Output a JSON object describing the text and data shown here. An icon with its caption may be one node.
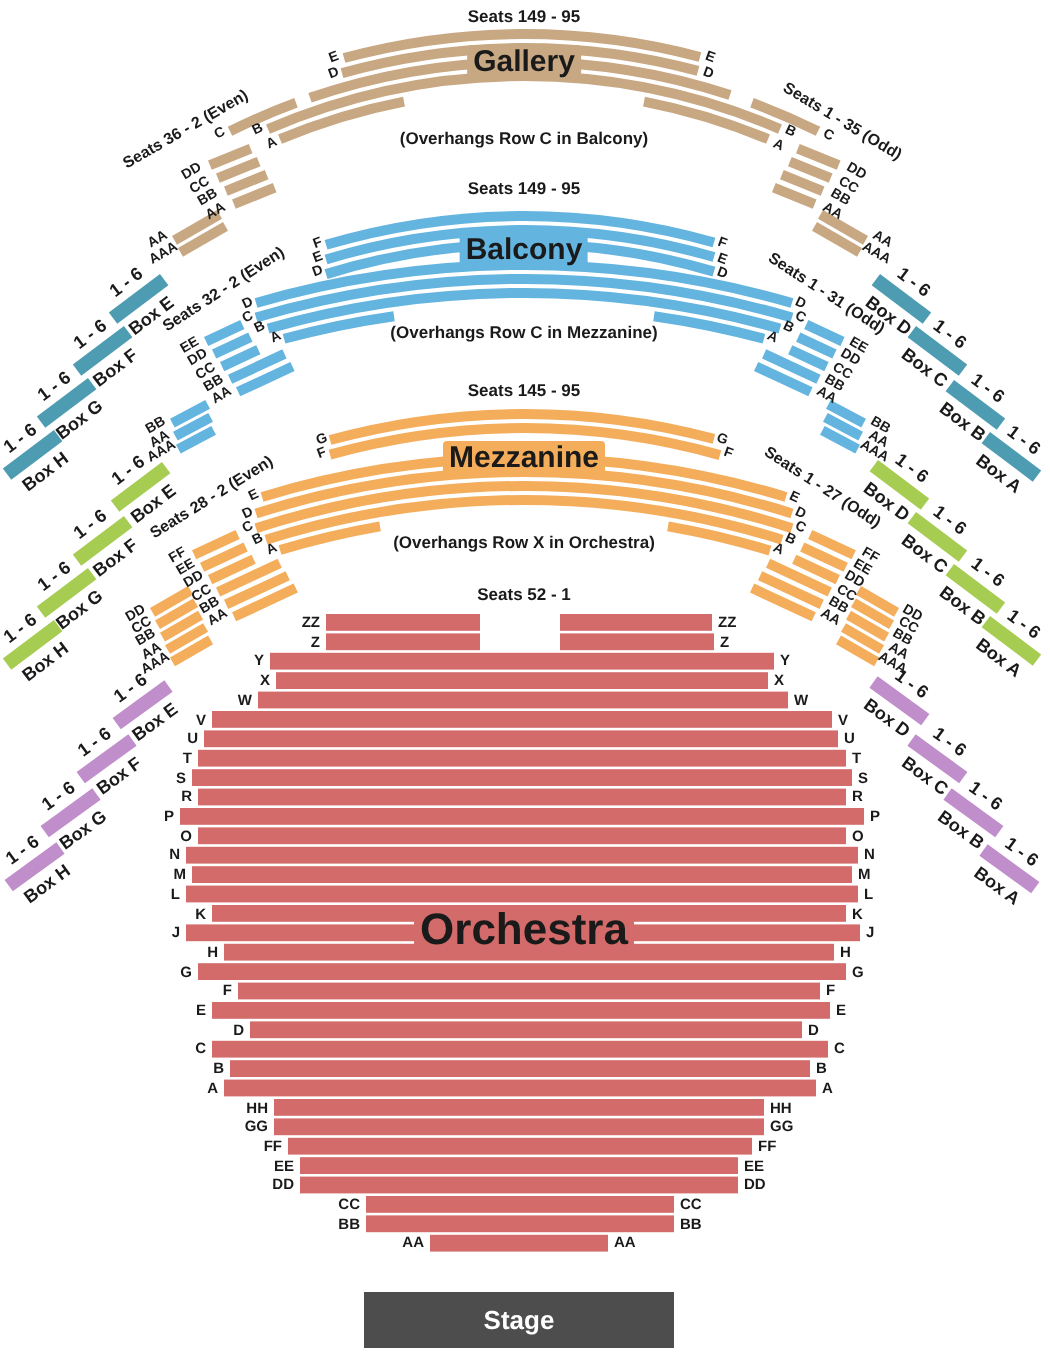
{
  "diagram": {
    "nodes": [
      {
        "text": [
          "Gallery"
        ]
      },
      {
        "text": [
          "Balcony"
        ]
      },
      {
        "text": [
          "1 - 6",
          "Box E"
        ]
      },
      {
        "text": [
          "1 - 6",
          "Box D"
        ]
      },
      {
        "text": [
          "1 - 6",
          "Box F"
        ]
      },
      {
        "text": [
          "1 - 6",
          "Box C"
        ]
      },
      {
        "text": [
          "1 - 6",
          "Box G"
        ]
      },
      {
        "text": [
          "1 - 6",
          "Box B"
        ]
      },
      {
        "text": [
          "1 - 6",
          "Box H"
        ]
      },
      {
        "text": [
          "1 - 6",
          "Box A"
        ]
      },
      {
        "text": [
          "Mezzanine"
        ]
      },
      {
        "text": [
          "1 - 6",
          "Box E"
        ]
      },
      {
        "text": [
          "1 - 6",
          "Box D"
        ]
      },
      {
        "text": [
          "1 - 6",
          "Box F"
        ]
      },
      {
        "text": [
          "1 - 6",
          "Box C"
        ]
      },
      {
        "text": [
          "1 - 6",
          "Box G"
        ]
      },
      {
        "text": [
          "1 - 6",
          "Box B"
        ]
      },
      {
        "text": [
          "1 - 6",
          "Box H"
        ]
      },
      {
        "text": [
          "1 - 6",
          "Box A"
        ]
      },
      {
        "text": [
          "Orchestra"
        ]
      },
      {
        "text": [
          "1 - 6",
          "Box E"
        ]
      },
      {
        "text": [
          "1 - 6",
          "Box D"
        ]
      },
      {
        "text": [
          "1 - 6",
          "Box F"
        ]
      },
      {
        "text": [
          "1 - 6",
          "Box C"
        ]
      },
      {
        "text": [
          "1 - 6",
          "Box G"
        ]
      },
      {
        "text": [
          "1 - 6",
          "Box B"
        ]
      },
      {
        "text": [
          "1 - 6",
          "Box H"
        ]
      },
      {
        "text": [
          "1 - 6",
          "Box A"
        ]
      },
      {
        "text": [
          "Stage"
        ]
      }
    ],
    "labels": [
      "Seats 149 - 95",
      "E",
      "D",
      "E",
      "D",
      "Seats 36 - 2 (Even)",
      "C",
      "B",
      "A",
      "Seats 1 - 35 (Odd)",
      "B",
      "A",
      "C",
      "(Overhangs Row C in Balcony)",
      "DD",
      "CC",
      "BB",
      "AA",
      "DD",
      "CC",
      "BB",
      "AA",
      "Seats 149 - 95",
      "F",
      "E",
      "D",
      "F",
      "E",
      "D",
      "AA",
      "AAA",
      "AA",
      "AAA",
      "Seats 32 - 2 (Even)",
      "D",
      "C",
      "B",
      "A",
      "Seats 1 - 31 (Odd)",
      "D",
      "C",
      "B",
      "A",
      "(Overhangs Row C in Mezzanine)",
      "EE",
      "DD",
      "CC",
      "BB",
      "AA",
      "EE",
      "DD",
      "CC",
      "BB",
      "AA",
      "BB",
      "AA",
      "AAA",
      "BB",
      "AA",
      "AAA",
      "Seats 145 - 95",
      "G",
      "F",
      "G",
      "F",
      "Seats 28 - 2 (Even)",
      "E",
      "D",
      "C",
      "B",
      "A",
      "Seats 1 - 27 (Odd)",
      "E",
      "D",
      "C",
      "B",
      "A",
      "(Overhangs Row X in Orchestra)",
      "FF",
      "EE",
      "DD",
      "CC",
      "BB",
      "AA",
      "FF",
      "EE",
      "DD",
      "CC",
      "BB",
      "AA",
      "Seats 52 - 1",
      "DD",
      "CC",
      "BB",
      "AA",
      "AAA",
      "DD",
      "CC",
      "BB",
      "AA",
      "AAA",
      "ZZ",
      "ZZ",
      "Z",
      "Z",
      "Y",
      "Y",
      "X",
      "X",
      "W",
      "W",
      "V",
      "V",
      "U",
      "U",
      "T",
      "T",
      "S",
      "S",
      "R",
      "R",
      "P",
      "P",
      "O",
      "O",
      "N",
      "N",
      "M",
      "M",
      "L",
      "L",
      "K",
      "K",
      "J",
      "J",
      "H",
      "H",
      "G",
      "G",
      "F",
      "F",
      "E",
      "E",
      "D",
      "D",
      "C",
      "C",
      "B",
      "B",
      "A",
      "A",
      "HH",
      "HH",
      "GG",
      "GG",
      "FF",
      "FF",
      "EE",
      "EE",
      "DD",
      "DD",
      "CC",
      "CC",
      "BB",
      "BB",
      "AA",
      "AA"
    ]
  }
}
